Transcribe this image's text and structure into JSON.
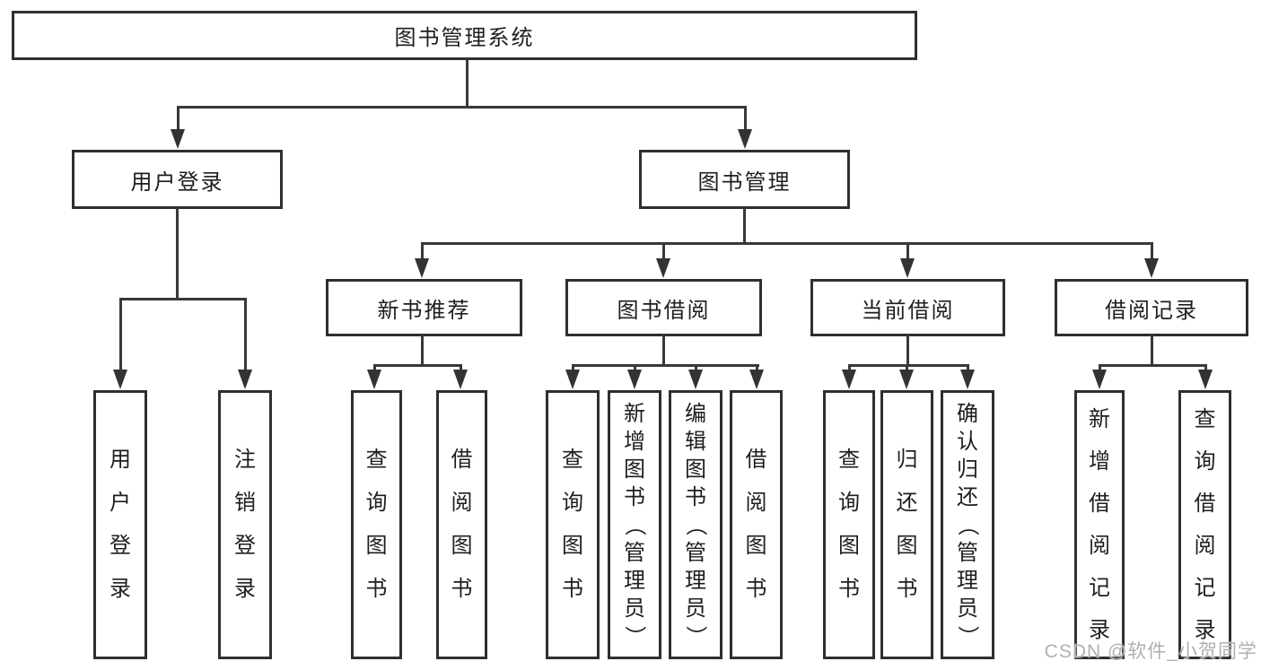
{
  "diagram": {
    "root": {
      "label": "图书管理系统"
    },
    "level2": [
      {
        "id": "user-login",
        "label": "用户登录"
      },
      {
        "id": "book-management",
        "label": "图书管理"
      }
    ],
    "level3": [
      {
        "id": "new-book-recommend",
        "label": "新书推荐"
      },
      {
        "id": "book-borrow",
        "label": "图书借阅"
      },
      {
        "id": "current-borrow",
        "label": "当前借阅"
      },
      {
        "id": "borrow-records",
        "label": "借阅记录"
      }
    ],
    "leaves": [
      {
        "parent": "user-login",
        "label": "用户登录"
      },
      {
        "parent": "user-login",
        "label": "注销登录"
      },
      {
        "parent": "new-book-recommend",
        "label": "查询图书"
      },
      {
        "parent": "new-book-recommend",
        "label": "借阅图书"
      },
      {
        "parent": "book-borrow",
        "label": "查询图书"
      },
      {
        "parent": "book-borrow",
        "label": "新增图书（管理员）"
      },
      {
        "parent": "book-borrow",
        "label": "编辑图书（管理员）"
      },
      {
        "parent": "book-borrow",
        "label": "借阅图书"
      },
      {
        "parent": "current-borrow",
        "label": "查询图书"
      },
      {
        "parent": "current-borrow",
        "label": "归还图书"
      },
      {
        "parent": "current-borrow",
        "label": "确认归还（管理员）"
      },
      {
        "parent": "borrow-records",
        "label": "新增借阅记录"
      },
      {
        "parent": "borrow-records",
        "label": "查询借阅记录"
      }
    ]
  },
  "watermark": {
    "text": "CSDN @软件_小贺同学"
  },
  "colors": {
    "line": "#383838",
    "box_border": "#2f2f2f",
    "text": "#1e1e1e",
    "background": "#ffffff",
    "watermark": "#b0b0b0"
  }
}
